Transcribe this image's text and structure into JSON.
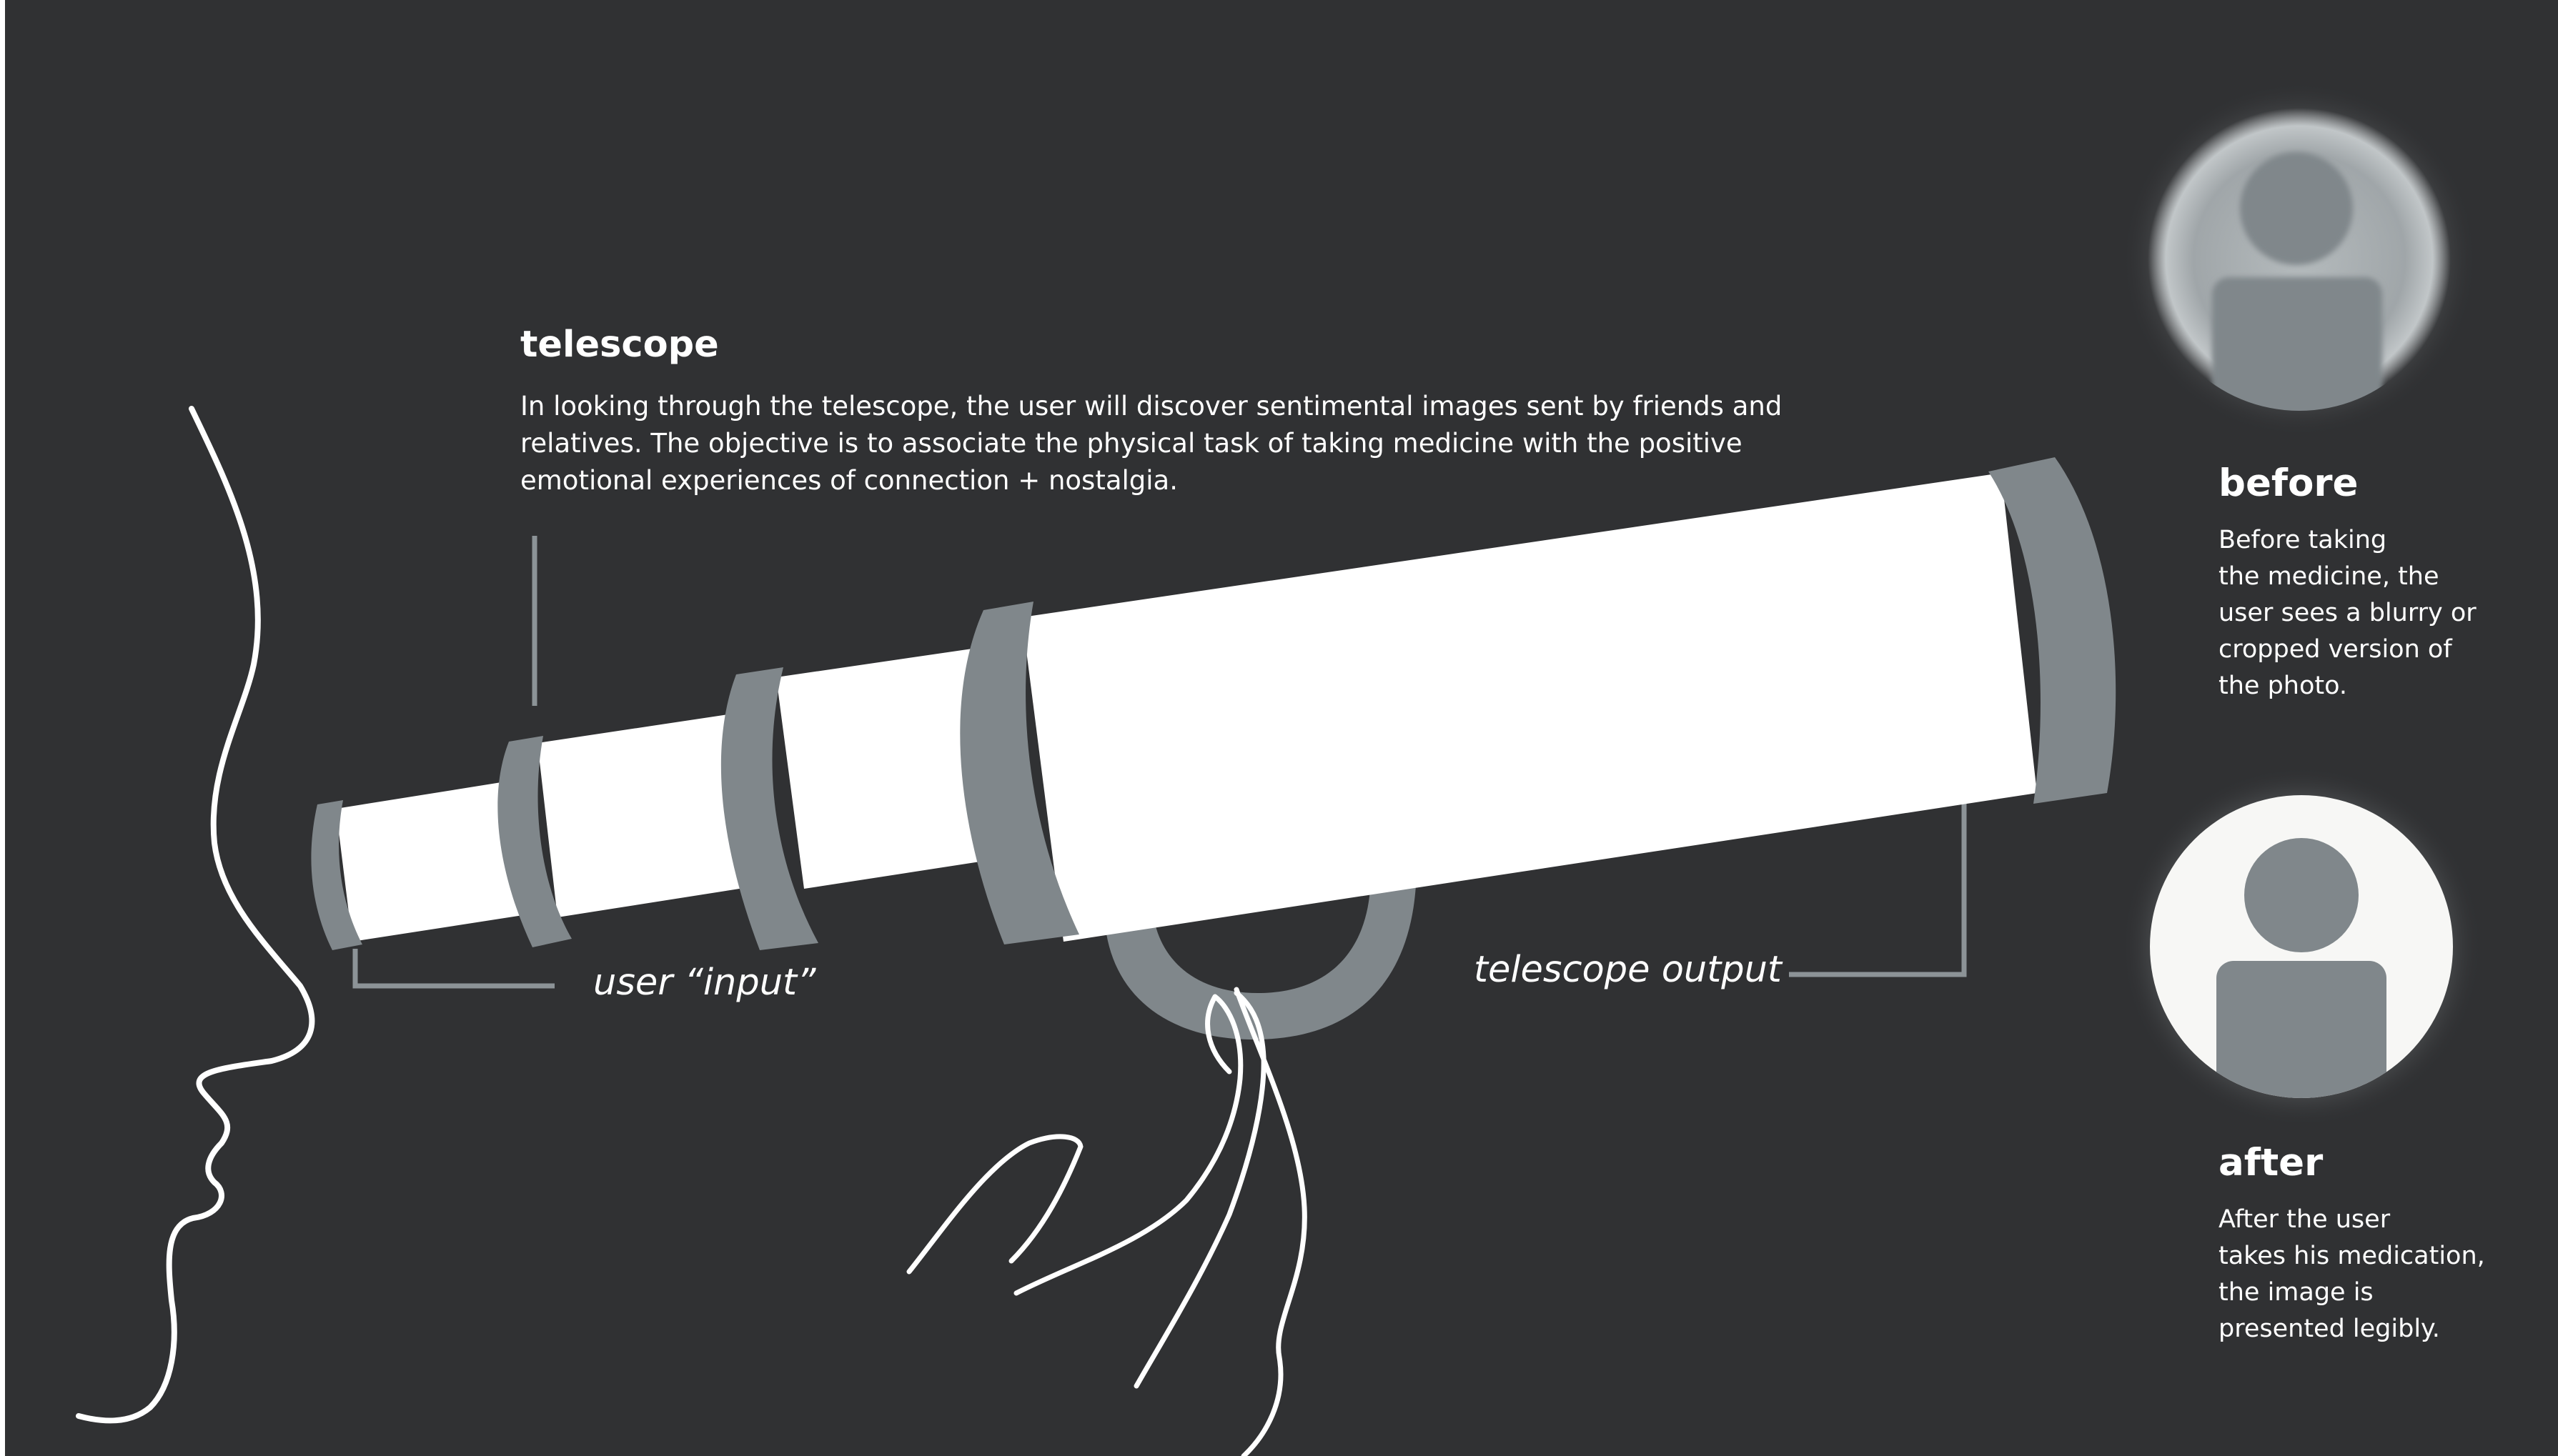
{
  "intro": {
    "title": "telescope",
    "description": "In looking through the telescope, the user will discover sentimental images sent by friends and relatives. The  objective is to associate the physical task of taking medicine with the positive emotional experiences of connection + nostalgia.",
    "description_lines": [
      "In looking through the telescope, the user will discover sentimental images sent by friends and",
      "relatives. The  objective is to associate the physical task of taking medicine with the positive",
      "emotional experiences of connection + nostalgia."
    ]
  },
  "callouts": {
    "input": "user “input”",
    "output": "telescope output"
  },
  "states": {
    "before": {
      "title": "before",
      "lines": [
        "Before taking",
        "the medicine, the",
        "user sees a blurry or",
        "cropped version of",
        "the photo."
      ]
    },
    "after": {
      "title": "after",
      "lines": [
        "After the user",
        "takes his medication,",
        "the image is",
        "presented legibly."
      ]
    }
  },
  "icons": {
    "before": "blurred-person-portrait-icon",
    "after": "person-portrait-icon",
    "telescope": "telescope-icon"
  },
  "colors": {
    "background": "#303133",
    "tube": "#ffffff",
    "band": "#80878b",
    "line": "#ffffff",
    "leader": "#8c9397",
    "after_circle": "#f7f7f5",
    "before_circle": "#9da3a6"
  }
}
